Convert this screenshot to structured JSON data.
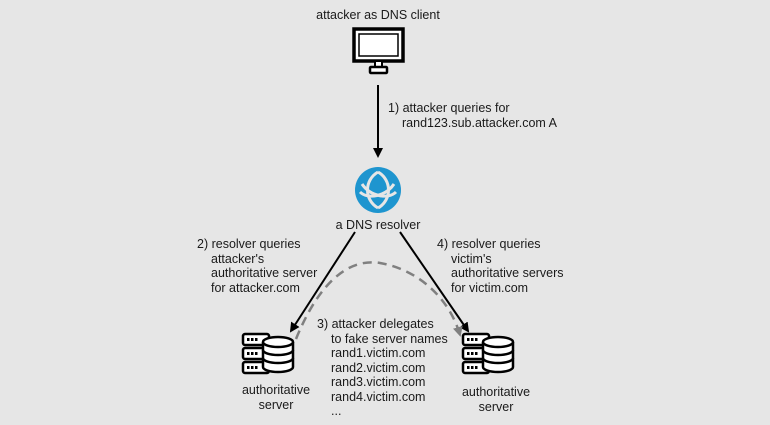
{
  "nodes": {
    "client": {
      "label": "attacker as DNS client",
      "icon": "monitor-icon"
    },
    "resolver": {
      "label": "a DNS resolver",
      "icon": "resolver-icon",
      "color": "#1e95cf"
    },
    "attacker_server": {
      "label_lines": [
        "authoritative",
        "server"
      ],
      "icon": "server-database-icon"
    },
    "victim_server": {
      "label_lines": [
        "authoritative",
        "server"
      ],
      "icon": "server-database-icon"
    }
  },
  "steps": {
    "step1": {
      "lines": [
        "1) attacker queries for",
        "rand123.sub.attacker.com A"
      ]
    },
    "step2": {
      "lines": [
        "2) resolver queries",
        "attacker's",
        "authoritative server",
        "for attacker.com"
      ]
    },
    "step3": {
      "lines": [
        "3) attacker delegates",
        "to fake server names",
        "rand1.victim.com",
        "rand2.victim.com",
        "rand3.victim.com",
        "rand4.victim.com",
        "..."
      ]
    },
    "step4": {
      "lines": [
        "4) resolver queries",
        "victim's",
        "authoritative servers",
        "for victim.com"
      ]
    }
  },
  "colors": {
    "background": "#e6e6e6",
    "arrow": "#000000",
    "dashed_arrow": "#808080"
  }
}
